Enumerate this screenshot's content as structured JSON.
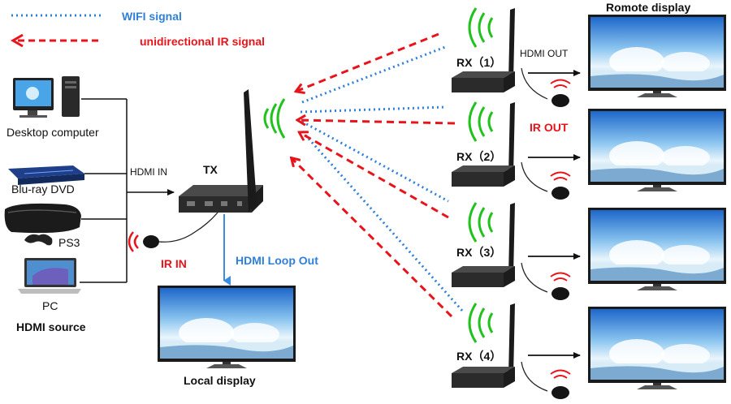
{
  "legend": {
    "wifi_label": "WIFI signal",
    "ir_label": "unidirectional IR signal"
  },
  "sources": {
    "desktop": "Desktop computer",
    "bluray": "Blu-ray DVD",
    "ps3": "PS3",
    "pc": "PC",
    "group_label": "HDMI source"
  },
  "tx": {
    "label": "TX",
    "hdmi_in": "HDMI IN",
    "ir_in": "IR IN",
    "loop_out": "HDMI Loop Out",
    "local_display": "Local display"
  },
  "rx": {
    "units": [
      "RX（1）",
      "RX（2）",
      "RX（3）",
      "RX（4）"
    ],
    "hdmi_out": "HDMI OUT",
    "ir_out": "IR OUT",
    "remote_display": "Romote display"
  },
  "colors": {
    "wifi": "#2f7fd9",
    "ir": "#e8141b",
    "signal_waves": "#22c21e",
    "device": "#2b2b2b"
  }
}
